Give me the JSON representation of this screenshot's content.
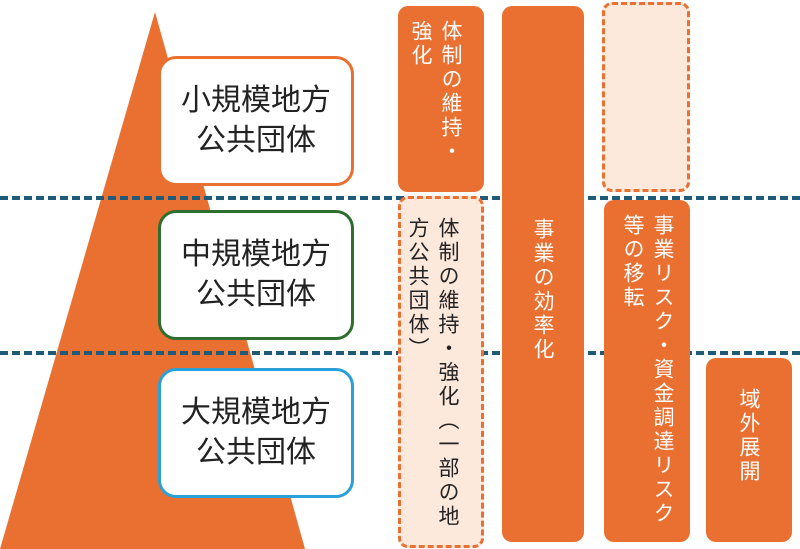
{
  "levels": {
    "small": "小規模地方\n公共団体",
    "medium": "中規模地方\n公共団体",
    "large": "大規模地方\n公共団体"
  },
  "columns": {
    "maintain_small": "体制の維持・強化",
    "maintain_medium": "体制の維持・強化（一部の地方公共団体）",
    "efficiency": "事業の効率化",
    "risk_transfer": "事業リスク・資金調達リスク等の移転",
    "overseas": "域外展開"
  },
  "colors": {
    "accent": "#ea7032",
    "accent_light": "#fde8dc",
    "dash_line": "#1f5a78",
    "small_border": "#ea7032",
    "medium_border": "#2e6e2e",
    "large_border": "#2aa0d8"
  }
}
